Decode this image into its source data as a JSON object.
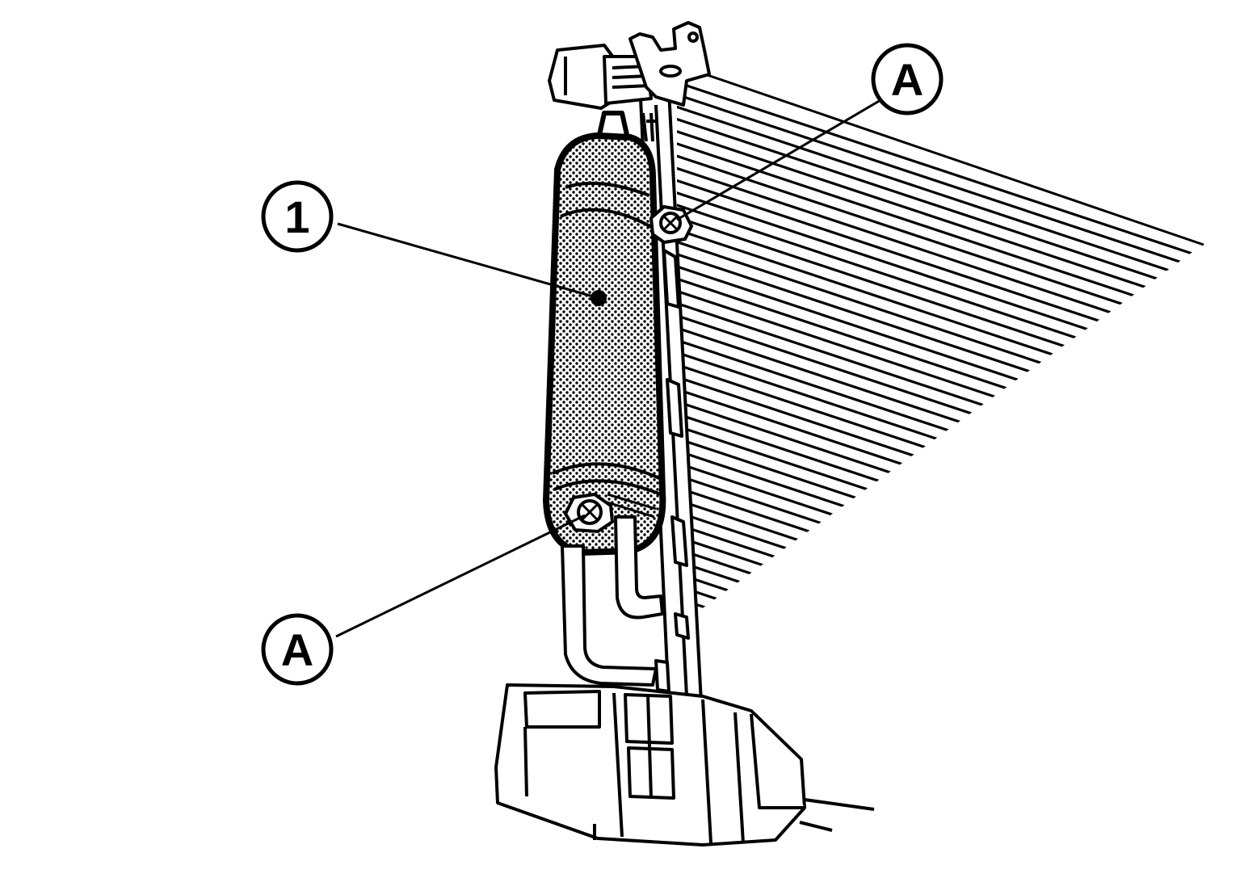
{
  "colors": {
    "ink": "#000000",
    "paper": "#ffffff"
  },
  "callouts": [
    {
      "id": "receiver-drier",
      "label": "1"
    },
    {
      "id": "bolt-upper",
      "label": "A"
    },
    {
      "id": "bolt-lower",
      "label": "A"
    }
  ]
}
